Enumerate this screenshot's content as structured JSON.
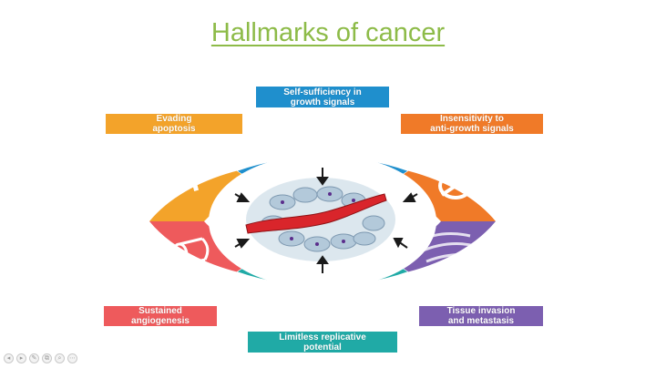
{
  "title": "Hallmarks of cancer",
  "colors": {
    "title": "#8dbb48",
    "blue": "#1f8fcd",
    "orange_right": "#f07a28",
    "orange_left": "#f3a32a",
    "red": "#ee5a5c",
    "teal": "#20aaa6",
    "purple": "#7c5fb0"
  },
  "hallmarks": {
    "top": [
      "Self-sufficiency in",
      "growth signals"
    ],
    "top_right": [
      "Insensitivity to",
      "anti-growth signals"
    ],
    "top_left": [
      "Evading",
      "apoptosis"
    ],
    "bottom_left": [
      "Sustained",
      "angiogenesis"
    ],
    "bottom_right": [
      "Tissue invasion",
      "and metastasis"
    ],
    "bottom": [
      "Limitless replicative",
      "potential"
    ]
  },
  "icons": [
    "arrow-icon",
    "inhibit-icon",
    "cross-icon",
    "vessel-icon",
    "infinity-icon",
    "invasion-icon",
    "tumor-cells-icon"
  ],
  "toolbar": [
    "◂",
    "▸",
    "✎",
    "⧉",
    "⌕",
    "⋯"
  ]
}
